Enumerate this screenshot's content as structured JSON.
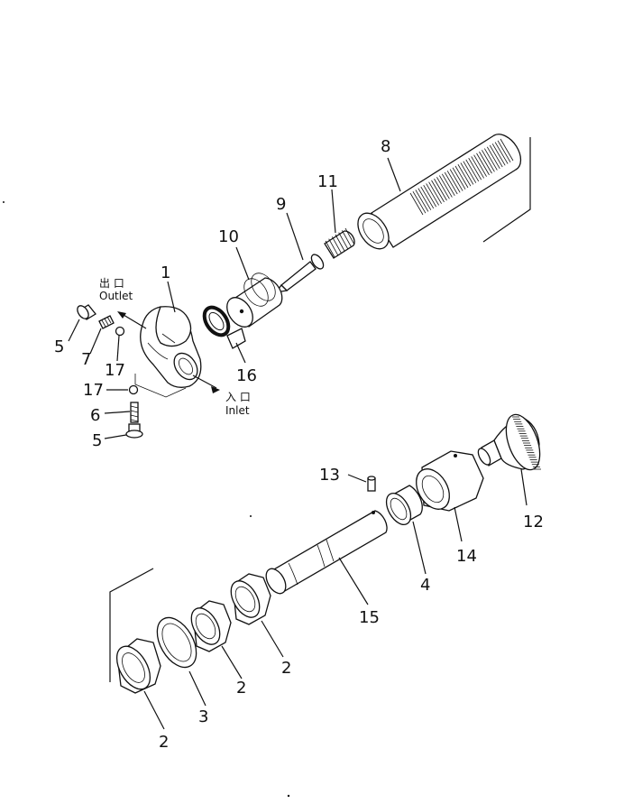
{
  "diagram": {
    "callouts": [
      {
        "id": "c1",
        "text": "1"
      },
      {
        "id": "c2a",
        "text": "2"
      },
      {
        "id": "c2b",
        "text": "2"
      },
      {
        "id": "c2c",
        "text": "2"
      },
      {
        "id": "c3",
        "text": "3"
      },
      {
        "id": "c4",
        "text": "4"
      },
      {
        "id": "c5a",
        "text": "5"
      },
      {
        "id": "c5b",
        "text": "5"
      },
      {
        "id": "c6",
        "text": "6"
      },
      {
        "id": "c7",
        "text": "7"
      },
      {
        "id": "c8",
        "text": "8"
      },
      {
        "id": "c9",
        "text": "9"
      },
      {
        "id": "c10",
        "text": "10"
      },
      {
        "id": "c11",
        "text": "11"
      },
      {
        "id": "c12",
        "text": "12"
      },
      {
        "id": "c13",
        "text": "13"
      },
      {
        "id": "c14",
        "text": "14"
      },
      {
        "id": "c15",
        "text": "15"
      },
      {
        "id": "c16",
        "text": "16"
      },
      {
        "id": "c17a",
        "text": "17"
      },
      {
        "id": "c17b",
        "text": "17"
      }
    ],
    "port_labels": {
      "outlet_jp": "出 口",
      "outlet_en": "Outlet",
      "inlet_jp": "入 口",
      "inlet_en": "Inlet"
    }
  }
}
